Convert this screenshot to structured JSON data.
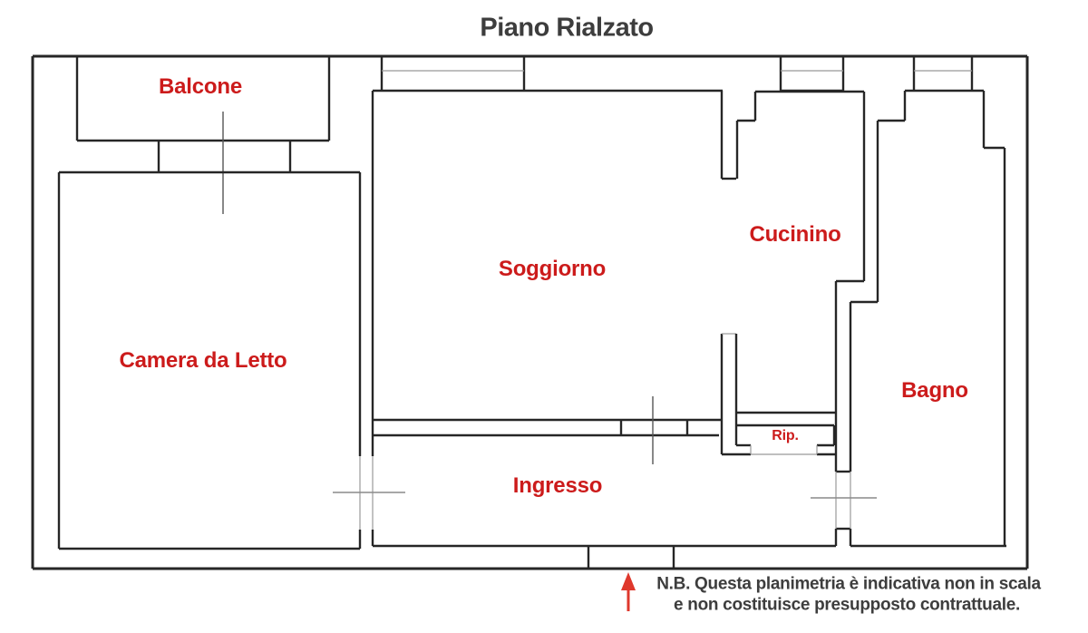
{
  "title": "Piano Rialzato",
  "rooms": [
    {
      "name": "Balcone"
    },
    {
      "name": "Camera da Letto"
    },
    {
      "name": "Soggiorno"
    },
    {
      "name": "Cucinino"
    },
    {
      "name": "Bagno"
    },
    {
      "name": "Ingresso"
    },
    {
      "name": "Rip."
    }
  ],
  "note": {
    "line1": "N.B. Questa planimetria è indicativa non in scala",
    "line2": "e non costituisce presupposto contrattuale."
  },
  "icons": {
    "entrance_arrow": "up-arrow marking main entrance"
  },
  "colors": {
    "room_label_red": "#cc1b1b",
    "arrow_red": "#df382c",
    "wall_black": "#262626",
    "text_dark": "#3d3d3d",
    "background": "#ffffff"
  }
}
